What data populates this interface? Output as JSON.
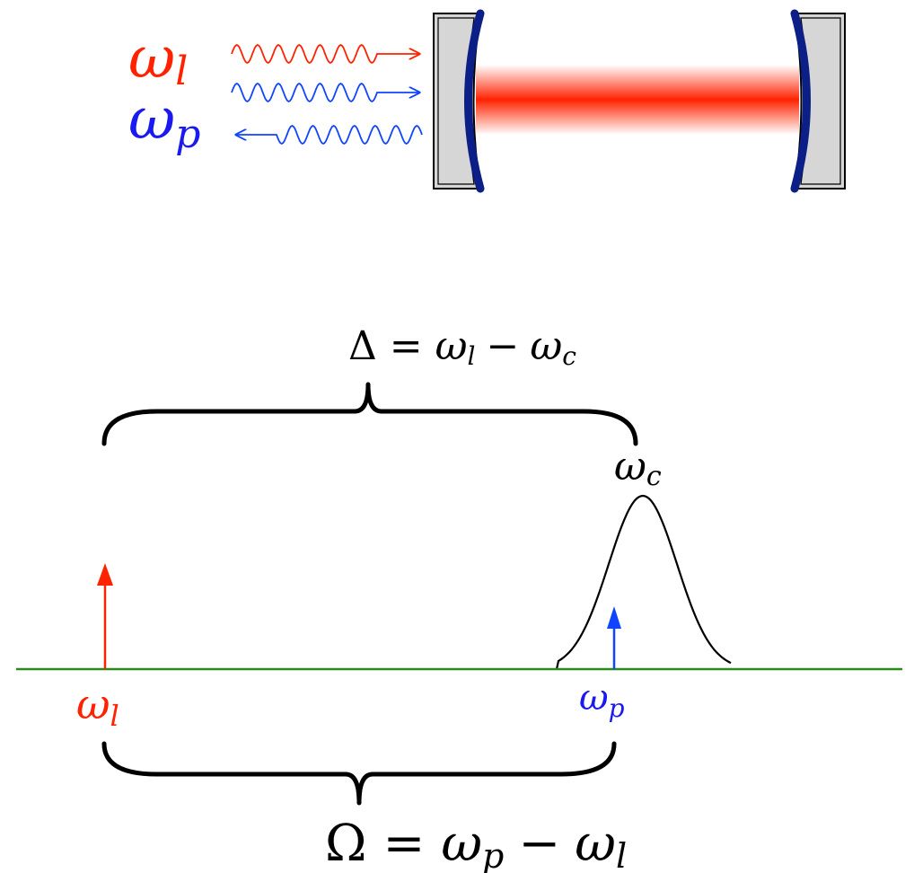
{
  "colors": {
    "laser": "#ff2200",
    "probe": "#1144ff",
    "probe_label": "#1a1aee",
    "axis": "#2a8a1a",
    "mirror_coating": "#0b1f86",
    "mirror_body": "#d8d8d8",
    "text": "#000000"
  },
  "cavity": {
    "laser_label": {
      "symbol": "ω",
      "sub": "l"
    },
    "probe_label": {
      "symbol": "ω",
      "sub": "p"
    }
  },
  "spectrum": {
    "detuning_brace": {
      "lhs": "Δ",
      "eq": "=",
      "a": "ω",
      "a_sub": "l",
      "minus": "−",
      "b": "ω",
      "b_sub": "c"
    },
    "cavity_mode": {
      "symbol": "ω",
      "sub": "c"
    },
    "laser_tick": {
      "symbol": "ω",
      "sub": "l"
    },
    "probe_tick": {
      "symbol": "ω",
      "sub": "p"
    },
    "omega_brace": {
      "lhs": "Ω",
      "eq": "=",
      "a": "ω",
      "a_sub": "p",
      "minus": "−",
      "b": "ω",
      "b_sub": "l"
    }
  }
}
